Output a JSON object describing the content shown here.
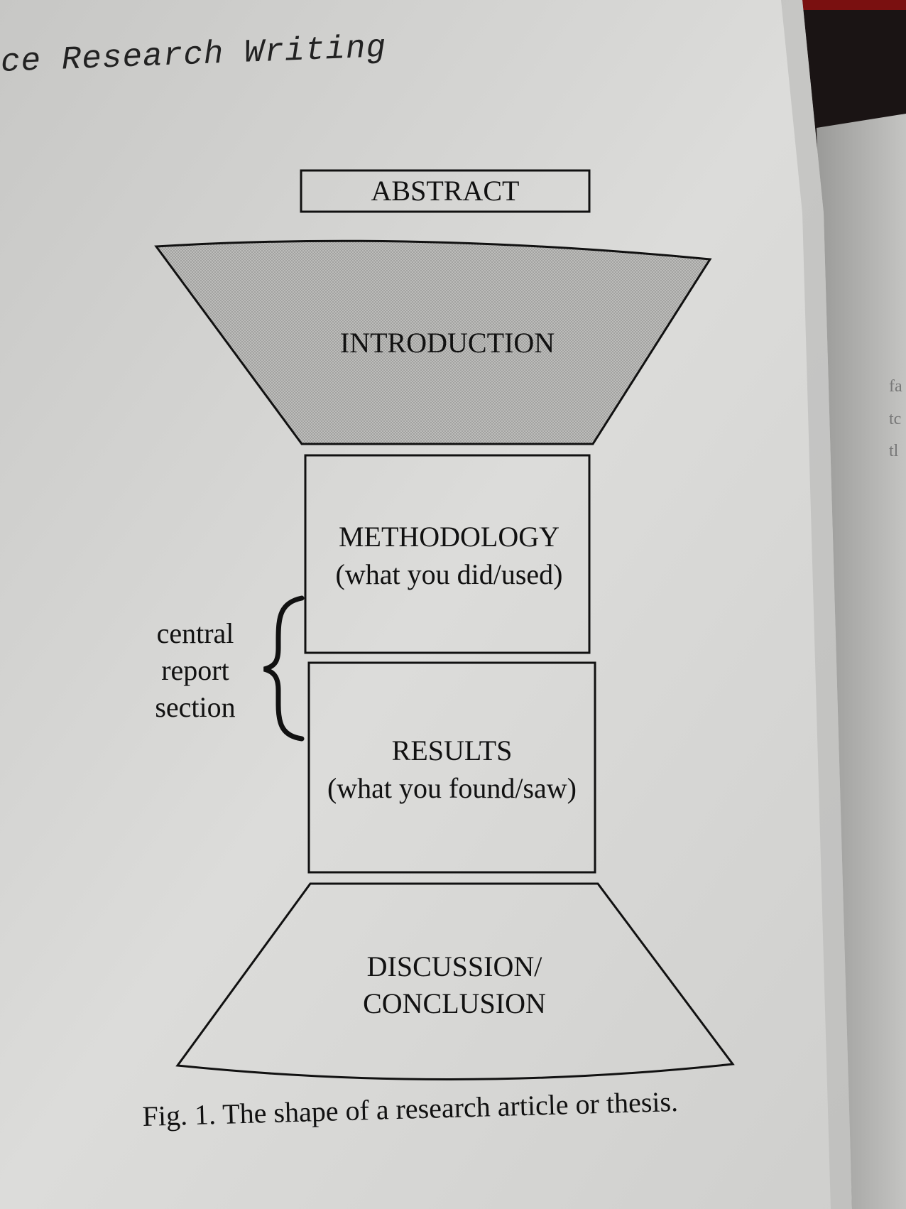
{
  "page": {
    "running_head": "ce Research Writing",
    "caption": "Fig. 1. The shape of a research article or thesis."
  },
  "diagram": {
    "abstract": "ABSTRACT",
    "introduction": "INTRODUCTION",
    "methodology": {
      "title": "METHODOLOGY",
      "subtitle": "(what you did/used)"
    },
    "results": {
      "title": "RESULTS",
      "subtitle": "(what you found/saw)"
    },
    "discussion": {
      "line1": "DISCUSSION/",
      "line2": "CONCLUSION"
    },
    "central_label": {
      "line1": "central",
      "line2": "report",
      "line3": "section"
    }
  },
  "margin_fragments": [
    "fa",
    "tc",
    "tl"
  ],
  "colors": {
    "paper": "#d9d9d7",
    "ink": "#111111",
    "shade": "#b4b4b2"
  }
}
